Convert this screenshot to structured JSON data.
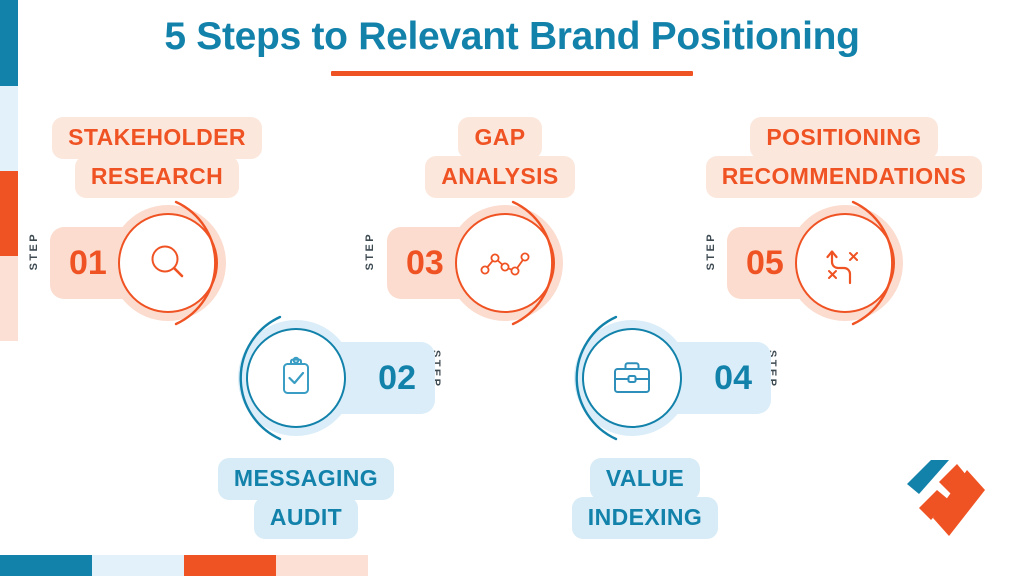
{
  "header": {
    "title": "5 Steps to Relevant Brand Positioning",
    "underline_color": "#f05323",
    "title_color": "#1282ab"
  },
  "theme": {
    "orange": "#f05323",
    "blue": "#1282ab",
    "orange_pill": "#fbdccf",
    "orange_label_pill": "#fce7dd",
    "blue_pill": "#daedf8",
    "blue_label_pill": "#d8ecf7",
    "step_word_color": "#3d4a52"
  },
  "edge_bar": {
    "segments": [
      "#1282ab",
      "#e3f1fb",
      "#f05323",
      "#fce0d6"
    ]
  },
  "bottom_bar": {
    "segments": [
      "#1282ab",
      "#e3f1fb",
      "#f05323",
      "#fce0d6"
    ]
  },
  "steps": [
    {
      "number": "01",
      "step_word": "STEP",
      "label_lines": [
        "STAKEHOLDER",
        "RESEARCH"
      ],
      "icon": "magnifier-icon",
      "color": "orange",
      "layout": "top"
    },
    {
      "number": "02",
      "step_word": "STEP",
      "label_lines": [
        "MESSAGING",
        "AUDIT"
      ],
      "icon": "clipboard-check-icon",
      "color": "blue",
      "layout": "bottom"
    },
    {
      "number": "03",
      "step_word": "STEP",
      "label_lines": [
        "GAP",
        "ANALYSIS"
      ],
      "icon": "line-chart-icon",
      "color": "orange",
      "layout": "top"
    },
    {
      "number": "04",
      "step_word": "STEP",
      "label_lines": [
        "VALUE",
        "INDEXING"
      ],
      "icon": "briefcase-icon",
      "color": "blue",
      "layout": "bottom"
    },
    {
      "number": "05",
      "step_word": "STEP",
      "label_lines": [
        "POSITIONING",
        "RECOMMENDATIONS"
      ],
      "icon": "strategy-path-icon",
      "color": "orange",
      "layout": "top"
    }
  ],
  "logo": {
    "name": "brand-logo",
    "blue": "#1282ab",
    "orange": "#f05323"
  }
}
